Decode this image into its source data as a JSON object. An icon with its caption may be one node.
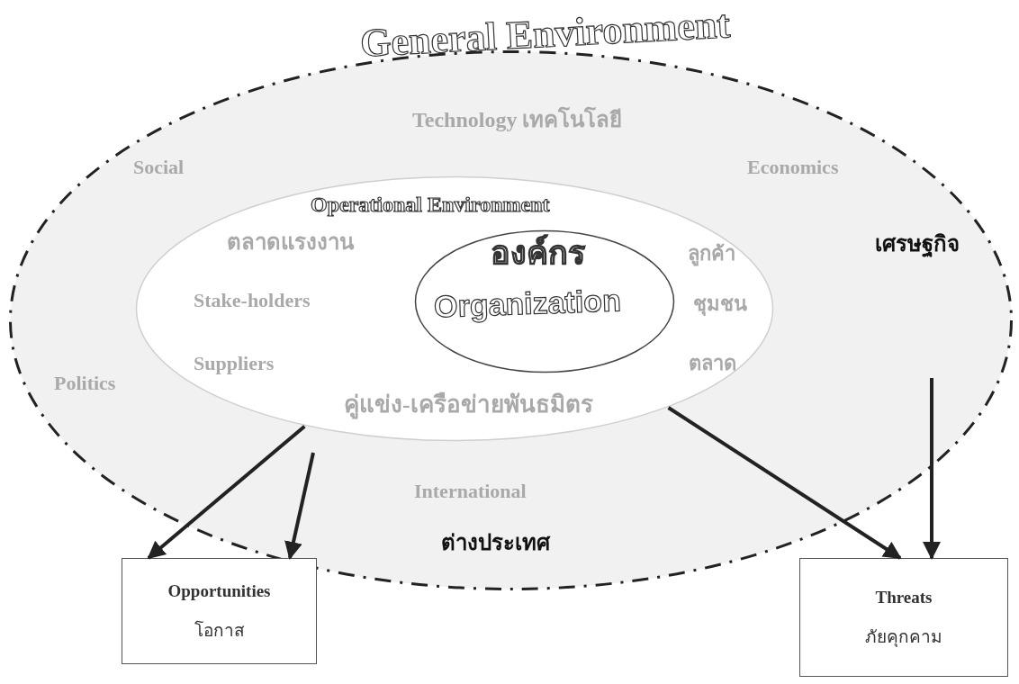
{
  "diagram": {
    "nodes": [
      {
        "text": [
          "General Environment",
          "Technology เทคโนโลยี",
          "Social",
          "Economics",
          "เศรษฐกิจ",
          "Politics",
          "International",
          "ต่างประเทศ"
        ]
      },
      {
        "text": [
          "Operational Environment",
          "ตลาดแรงงาน",
          "ลูกค้า",
          "Stake-holders",
          "ชุมชน",
          "Suppliers",
          "ตลาด",
          "คู่แข่ง-เครือข่ายพันธมิตร"
        ],
        "in": 0
      },
      {
        "text": [
          "องค์กร",
          "Organization"
        ],
        "in": 1
      },
      {
        "text": [
          "Opportunities",
          "โอกาส"
        ]
      },
      {
        "text": [
          "Threats",
          "ภัยคุกคาม"
        ]
      }
    ],
    "edges": [
      {
        "from": 1,
        "to": 3,
        "arrow": "to"
      },
      {
        "from": null,
        "to": 3,
        "arrow": "to"
      },
      {
        "from": 1,
        "to": 4,
        "arrow": "to"
      },
      {
        "from": null,
        "to": 4,
        "arrow": "to"
      }
    ]
  }
}
